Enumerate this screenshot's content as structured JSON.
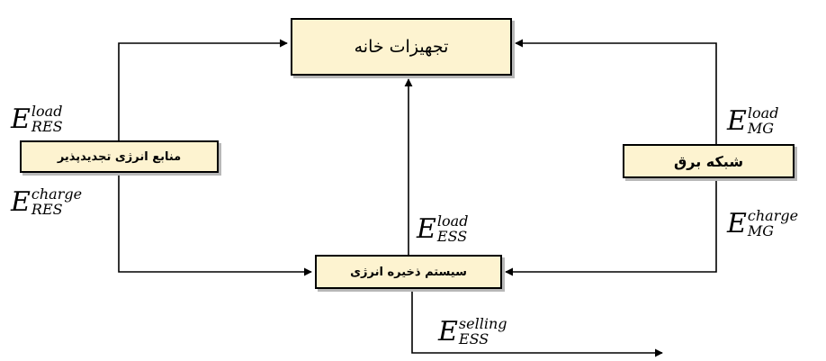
{
  "nodes": {
    "home": {
      "label": "تجهیزات خانه"
    },
    "res": {
      "label": "منابع انرژی تجدیدپذیر"
    },
    "grid": {
      "label": "شبکه برق"
    },
    "ess": {
      "label": "سیستم ذخیره انرژی"
    }
  },
  "labels": {
    "res_load": {
      "base": "E",
      "sup": "load",
      "sub": "RES"
    },
    "res_charge": {
      "base": "E",
      "sup": "charge",
      "sub": "RES"
    },
    "mg_load": {
      "base": "E",
      "sup": "load",
      "sub": "MG"
    },
    "mg_charge": {
      "base": "E",
      "sup": "charge",
      "sub": "MG"
    },
    "ess_load": {
      "base": "E",
      "sup": "load",
      "sub": "ESS"
    },
    "ess_selling": {
      "base": "E",
      "sup": "selling",
      "sub": "ESS"
    }
  },
  "colors": {
    "box_fill": "#fdf3d0",
    "stroke": "#000000"
  }
}
